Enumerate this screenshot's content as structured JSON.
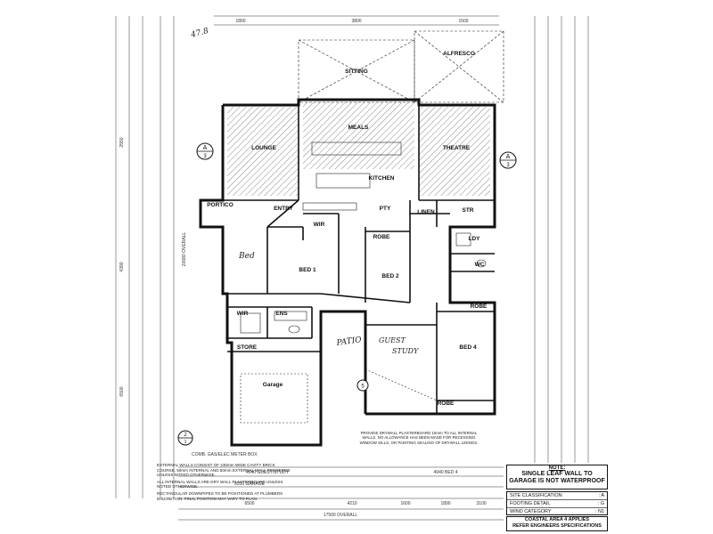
{
  "rooms": {
    "sitting": "SITTING",
    "alfresco": "ALFRESCO",
    "meals": "MEALS",
    "lounge": "LOUNGE",
    "theatre": "THEATRE",
    "kitchen": "KITCHEN",
    "portico": "PORTICO",
    "entry": "ENTRY",
    "wir": "WIR",
    "pty": "PTY",
    "linen": "LINEN",
    "str": "STR",
    "robe1": "ROBE",
    "bed1": "BED 1",
    "bed2": "BED 2",
    "ldy": "LDY",
    "wc": "WC",
    "ens": "ENS",
    "wir2": "WIR",
    "store": "STORE",
    "garage": "Garage",
    "bed4": "BED 4",
    "robe2": "ROBE",
    "robe3": "ROBE"
  },
  "handwriting": {
    "bed": "Bed",
    "patio": "PATIO",
    "guest": "GUEST",
    "study": "STUDY",
    "corner": "47.8"
  },
  "section_markers": {
    "a_left": "A",
    "a_left_num": "3",
    "a_right": "A",
    "a_right_num": "3",
    "b_num": "2",
    "b_sub": "1",
    "c_num": "5"
  },
  "dimensions": {
    "overall_width": "17500 OVERALL",
    "overall_depth": "20080 OVERALL",
    "bottom_1": "6500",
    "bottom_2": "4210",
    "bottom_3": "1600",
    "bottom_4": "1890",
    "bottom_5": "3100",
    "garage_dim": "6310 GARAGE",
    "guest_dim": "4040 GUEST/STUDY",
    "gst_dim": "4940 BED 4",
    "top_1": "1800",
    "top_2": "3800",
    "top_3": "1500",
    "side_1": "6500",
    "side_2": "4390",
    "side_3": "2550"
  },
  "notes": {
    "single_leaf_title": "NOTE:",
    "single_leaf_body_1": "SINGLE LEAF WALL TO",
    "single_leaf_body_2": "GARAGE IS NOT WATERPROOF",
    "site_class_label": "SITE CLASSIFICATION",
    "site_class_val": ": A",
    "footing_label": "FOOTING DETAIL",
    "footing_val": ": G",
    "wind_label": "WIND CATEGORY",
    "wind_val": ": N1",
    "coastal_1": "COASTAL AREA 4 APPLIES",
    "coastal_2": "REFER ENGINEERS SPECIFICATIONS",
    "ext_walls": "EXTERNAL WALLS CONSIST OF 230mm WIDE CAVITY BRICK COURSE, 50mm INTERNAL AND 50mm EXTERNAL WALL RENDERED UNLESS NOTED OTHERWISE.",
    "int_walls": "ALL INTERNAL WALLS ARE DRY WALL PLASTERBOARD UNLESS NOTED OTHERWISE.",
    "downpipes": "RECTANGULAR DOWNPIPES TO BE POSITIONED AT PLUMBERS DISCRETION. FINAL POSITION MAY VARY TO PLAN.",
    "drywall": "PROVIDE DRYWALL PLASTERBOARD 10mm TO ALL INTERNAL WALLS. NO ALLOWANCE HAS BEEN MADE FOR RECESSING WINDOW SILLS, OR PAINTING SEALING OF DRYWALL LININGS.",
    "meter_box": "COMB. GAS/ELEC METER BOX"
  }
}
